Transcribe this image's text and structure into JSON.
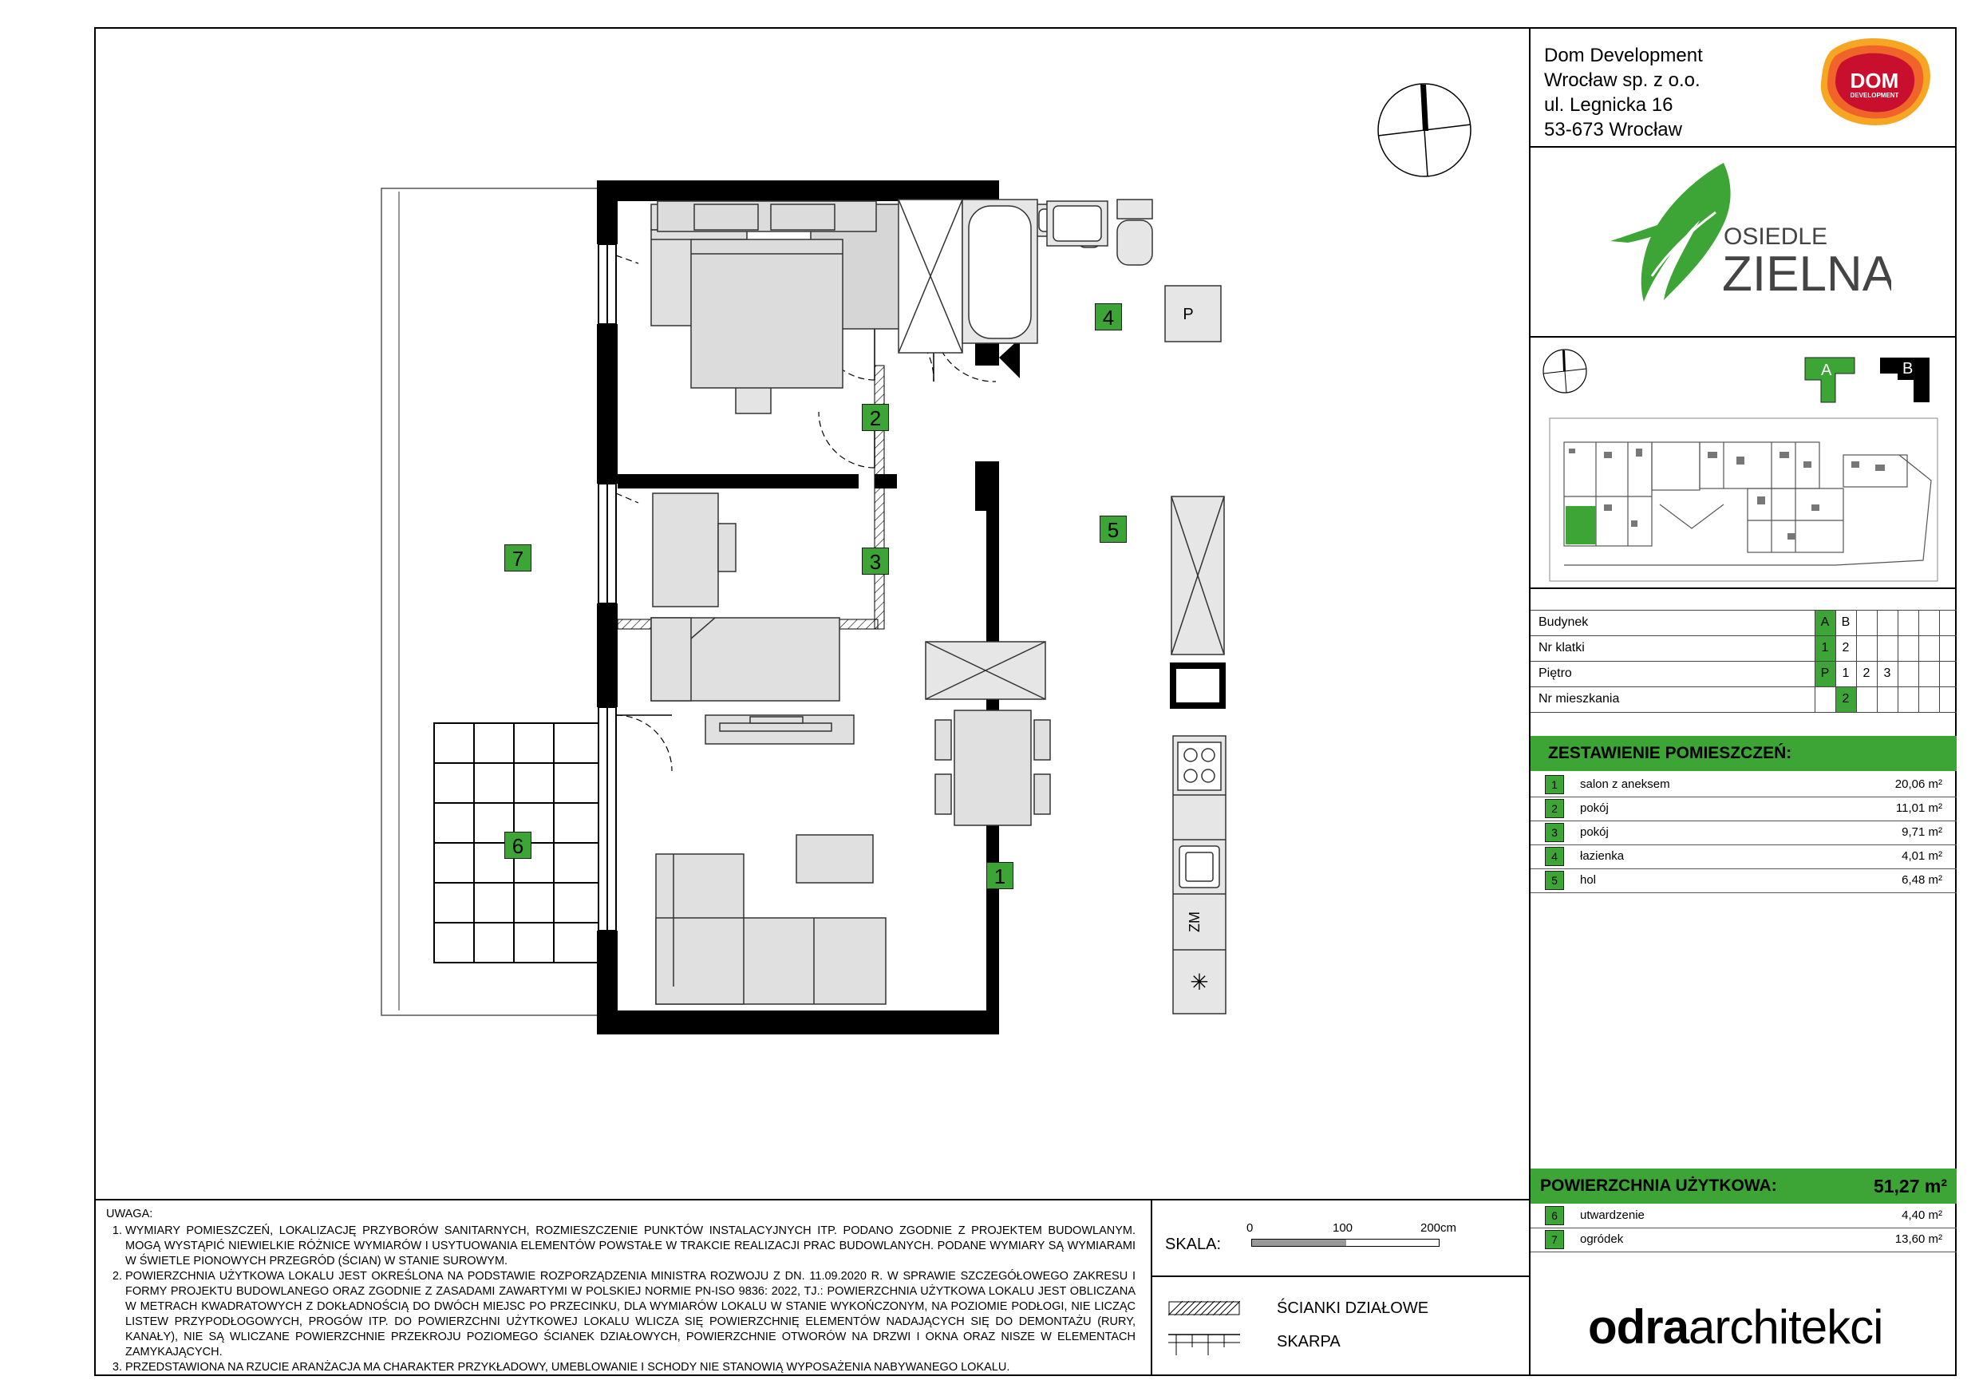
{
  "company": {
    "lines": [
      "Dom Development",
      "Wrocław sp. z o.o.",
      "ul. Legnicka 16",
      "53-673 Wrocław"
    ],
    "logo_top": "DOM",
    "logo_bottom": "DEVELOPMENT"
  },
  "project_logo": {
    "line1": "OSIEDLE",
    "line2": "ZIELNA"
  },
  "colors": {
    "accent_green": "#3ca536",
    "logo_orange": "#f0642a",
    "logo_red": "#c8102e",
    "wall": "#000000"
  },
  "building_keys": {
    "a": "A",
    "b": "B"
  },
  "info_table": {
    "rows": [
      {
        "label": "Budynek",
        "values": [
          "A",
          "B",
          "",
          "",
          "",
          ""
        ],
        "highlight": 0
      },
      {
        "label": "Nr klatki",
        "values": [
          "1",
          "2",
          "",
          "",
          "",
          ""
        ],
        "highlight": 0
      },
      {
        "label": "Piętro",
        "values": [
          "P",
          "1",
          "2",
          "3",
          "",
          ""
        ],
        "highlight": 0
      },
      {
        "label": "Nr mieszkania",
        "values": [
          "",
          "2",
          "",
          "",
          "",
          ""
        ],
        "highlight": 1
      }
    ]
  },
  "rooms_section": {
    "title": "ZESTAWIENIE POMIESZCZEŃ:",
    "rooms": [
      {
        "no": "1",
        "name": "salon z aneksem",
        "area": "20,06 m²"
      },
      {
        "no": "2",
        "name": "pokój",
        "area": "11,01 m²"
      },
      {
        "no": "3",
        "name": "pokój",
        "area": "9,71 m²"
      },
      {
        "no": "4",
        "name": "łazienka",
        "area": "4,01 m²"
      },
      {
        "no": "5",
        "name": "hol",
        "area": "6,48 m²"
      }
    ]
  },
  "usable_area": {
    "label": "POWIERZCHNIA UŻYTKOWA:",
    "value": "51,27 m²",
    "extras": [
      {
        "no": "6",
        "name": "utwardzenie",
        "area": "4,40 m²"
      },
      {
        "no": "7",
        "name": "ogródek",
        "area": "13,60 m²"
      }
    ]
  },
  "plan_labels": [
    "1",
    "2",
    "3",
    "4",
    "5",
    "6",
    "7"
  ],
  "plan_symbols": {
    "p": "P",
    "zm": "ZM",
    "star": "✳"
  },
  "scale": {
    "label": "SKALA:",
    "ticks": [
      "0",
      "100",
      "200cm"
    ]
  },
  "legend": {
    "walls": "ŚCIANKI DZIAŁOWE",
    "slope": "SKARPA"
  },
  "architect": {
    "bold": "odra",
    "light": "architekci"
  },
  "notes": {
    "title": "UWAGA:",
    "items": [
      "WYMIARY POMIESZCZEŃ, LOKALIZACJĘ PRZYBORÓW SANITARNYCH, ROZMIESZCZENIE PUNKTÓW INSTALACYJNYCH ITP. PODANO ZGODNIE Z PROJEKTEM BUDOWLANYM. MOGĄ WYSTĄPIĆ NIEWIELKIE RÓŻNICE WYMIARÓW I USYTUOWANIA ELEMENTÓW POWSTAŁE W TRAKCIE REALIZACJI PRAC BUDOWLANYCH. PODANE WYMIARY SĄ WYMIARAMI W ŚWIETLE PIONOWYCH PRZEGRÓD (ŚCIAN) W STANIE SUROWYM.",
      "POWIERZCHNIA UŻYTKOWA LOKALU JEST OKREŚLONA NA PODSTAWIE ROZPORZĄDZENIA MINISTRA ROZWOJU Z DN. 11.09.2020 R. W SPRAWIE SZCZEGÓŁOWEGO ZAKRESU I FORMY PROJEKTU BUDOWLANEGO ORAZ ZGODNIE Z ZASADAMI ZAWARTYMI W POLSKIEJ NORMIE PN-ISO 9836: 2022, TJ.: POWIERZCHNIA UŻYTKOWA LOKALU JEST OBLICZANA W METRACH KWADRATOWYCH Z DOKŁADNOŚCIĄ DO DWÓCH MIEJSC PO PRZECINKU, DLA WYMIARÓW LOKALU W STANIE WYKOŃCZONYM, NA POZIOMIE PODŁOGI, NIE LICZĄC LISTEW PRZYPODŁOGOWYCH, PROGÓW ITP. DO POWIERZCHNI UŻYTKOWEJ LOKALU WLICZA SIĘ POWIERZCHNIĘ ELEMENTÓW NADAJĄCYCH SIĘ DO DEMONTAŻU (RURY, KANAŁY), NIE SĄ WLICZANE POWIERZCHNIE PRZEKROJU POZIOMEGO ŚCIANEK DZIAŁOWYCH, POWIERZCHNIE OTWORÓW NA DRZWI I OKNA ORAZ NISZE W ELEMENTACH ZAMYKAJĄCYCH.",
      "PRZEDSTAWIONA NA RZUCIE ARANŻACJA MA CHARAKTER PRZYKŁADOWY, UMEBLOWANIE I SCHODY NIE STANOWIĄ WYPOSAŻENIA NABYWANEGO LOKALU."
    ]
  }
}
